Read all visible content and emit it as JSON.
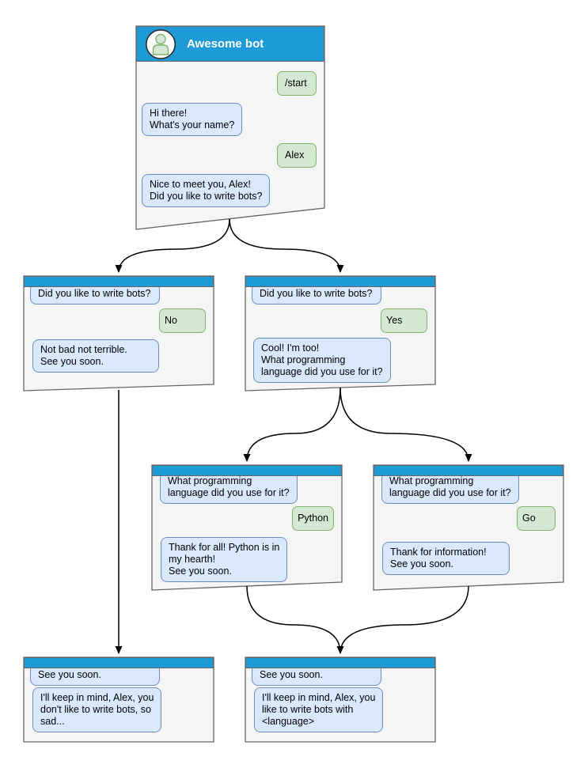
{
  "diagram_title": "Awesome bot",
  "colors": {
    "titlebar_blue": "#1e9bd7",
    "window_fill": "#f5f5f5",
    "window_border": "#666666",
    "bot_bubble_fill": "#dae8fc",
    "bot_bubble_border": "#6c8ebf",
    "user_bubble_fill": "#d5e8d4",
    "user_bubble_border": "#82b366",
    "avatar_person_fill": "#d5e8d4",
    "avatar_person_stroke": "#82b366",
    "arrow": "#000000",
    "header_title_text": "#ffffff"
  },
  "main_window": {
    "title": "Awesome bot",
    "messages": [
      {
        "from": "user",
        "text": "/start"
      },
      {
        "from": "bot",
        "text": "Hi there!\nWhat's your name?"
      },
      {
        "from": "user",
        "text": "Alex"
      },
      {
        "from": "bot",
        "text": "Nice to meet you, Alex!\nDid you like to write bots?"
      }
    ]
  },
  "no_window": {
    "messages": [
      {
        "from": "bot",
        "text": "Did you like to write bots?"
      },
      {
        "from": "user",
        "text": "No"
      },
      {
        "from": "bot",
        "text": "Not bad not terrible.\nSee you soon."
      }
    ]
  },
  "yes_window": {
    "messages": [
      {
        "from": "bot",
        "text": "Did you like to write bots?"
      },
      {
        "from": "user",
        "text": "Yes"
      },
      {
        "from": "bot",
        "text": "Cool! I'm too!\nWhat programming\nlanguage did you use for it?"
      }
    ]
  },
  "python_window": {
    "messages": [
      {
        "from": "bot",
        "text": "What programming\nlanguage did you use for it?"
      },
      {
        "from": "user",
        "text": "Python"
      },
      {
        "from": "bot",
        "text": "Thank for all! Python is in\nmy hearth!\nSee you soon."
      }
    ]
  },
  "go_window": {
    "messages": [
      {
        "from": "bot",
        "text": "What programming\nlanguage did you use for it?"
      },
      {
        "from": "user",
        "text": "Go"
      },
      {
        "from": "bot",
        "text": "Thank for information!\nSee you soon."
      }
    ]
  },
  "end_no_window": {
    "messages": [
      {
        "from": "bot",
        "text": "See you soon."
      },
      {
        "from": "bot",
        "text": "I'll keep in mind, Alex, you\ndon't like to write bots, so\nsad..."
      }
    ]
  },
  "end_yes_window": {
    "messages": [
      {
        "from": "bot",
        "text": "See you soon."
      },
      {
        "from": "bot",
        "text": "I'll keep in mind, Alex, you\nlike to write bots with\n<language>"
      }
    ]
  },
  "edges": [
    {
      "from": "main",
      "to": "no_window"
    },
    {
      "from": "main",
      "to": "yes_window"
    },
    {
      "from": "yes_window",
      "to": "python_window"
    },
    {
      "from": "yes_window",
      "to": "go_window"
    },
    {
      "from": "no_window",
      "to": "end_no_window"
    },
    {
      "from": "python_window",
      "to": "end_yes_window"
    },
    {
      "from": "go_window",
      "to": "end_yes_window"
    }
  ]
}
